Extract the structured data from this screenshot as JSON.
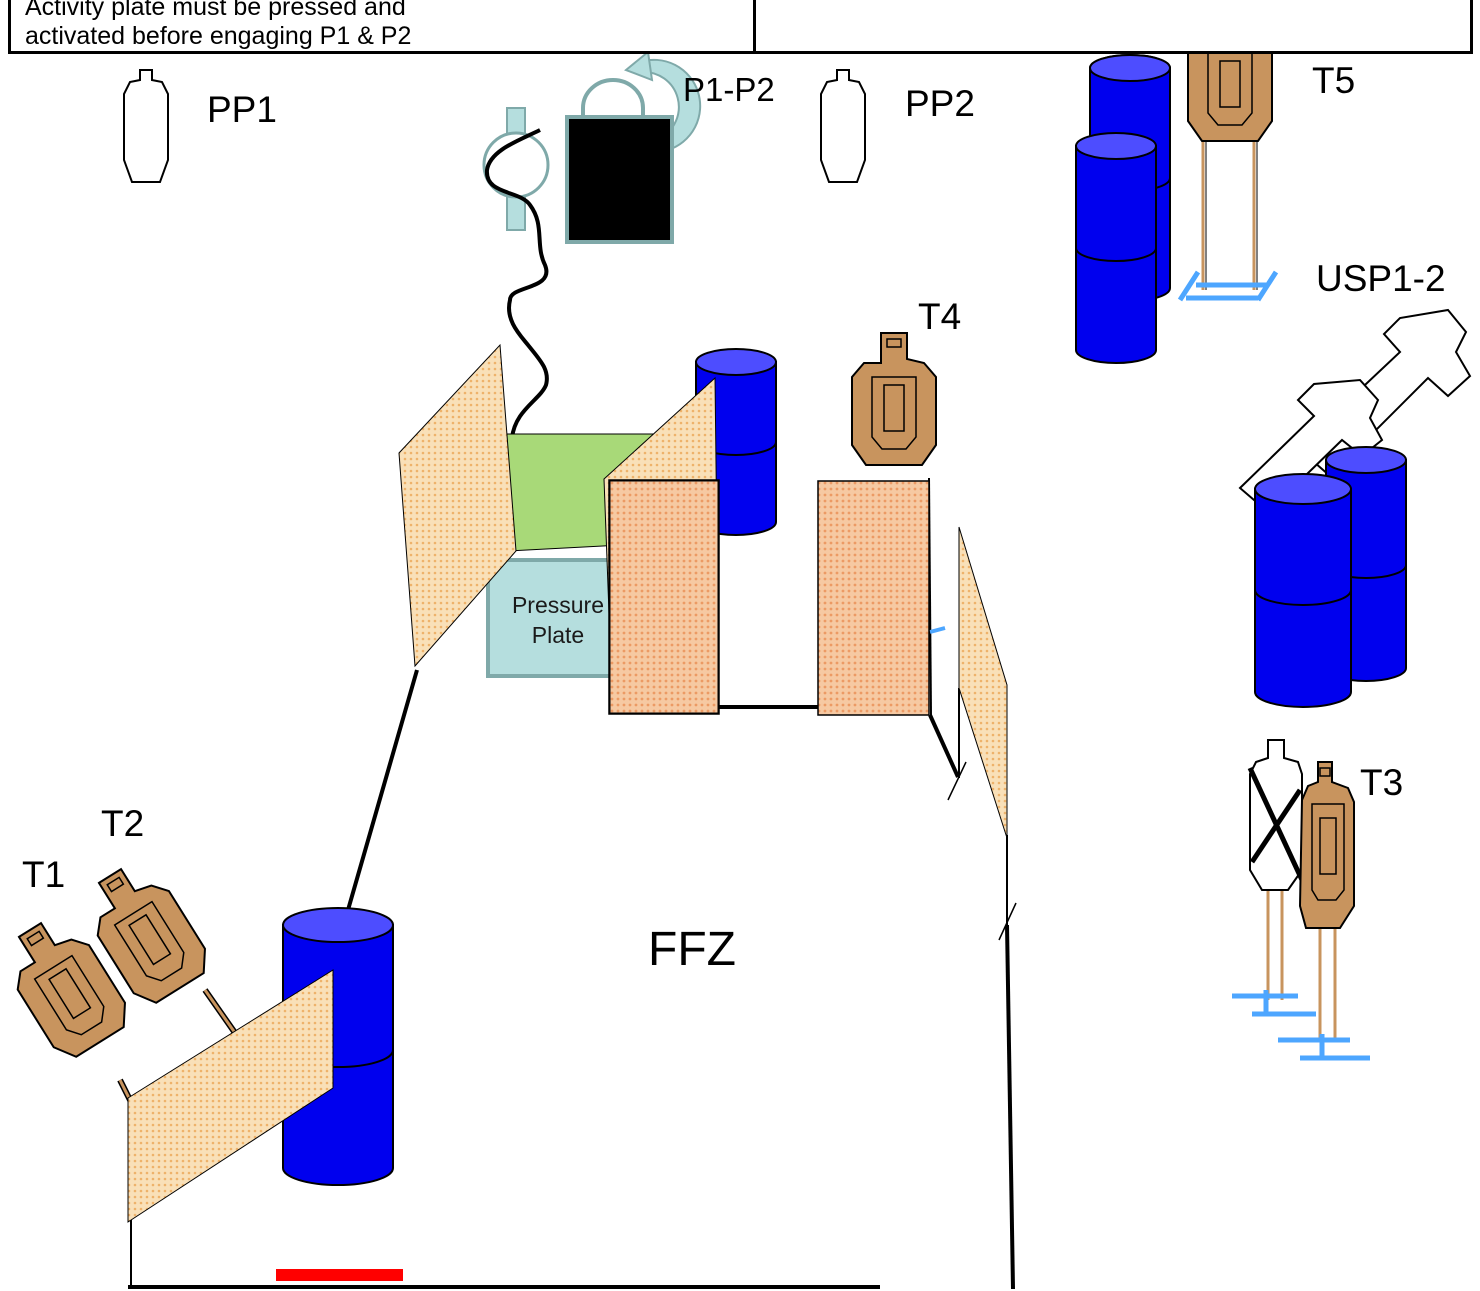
{
  "notes": {
    "left_line1": "Activity plate must be pressed and",
    "left_line2": "activated before engaging P1 & P2",
    "right_text": ""
  },
  "labels": {
    "pp1": "PP1",
    "pp2": "PP2",
    "p1p2": "P1-P2",
    "t1": "T1",
    "t2": "T2",
    "t3": "T3",
    "t4": "T4",
    "t5": "T5",
    "usp": "USP1-2",
    "ffz": "FFZ",
    "plate_line1": "Pressure",
    "plate_line2": "Plate"
  },
  "colors": {
    "barrel": "#0000ee",
    "barrel_top": "#4d4dff",
    "target": "#c8945e",
    "wall": "#f7dcb0",
    "wall_pattern": "#f0b060",
    "pressure_plate": "#b5dede",
    "plate_green": "#a8d978",
    "stand": "#4da6ff",
    "start_marker": "#ff0000"
  }
}
